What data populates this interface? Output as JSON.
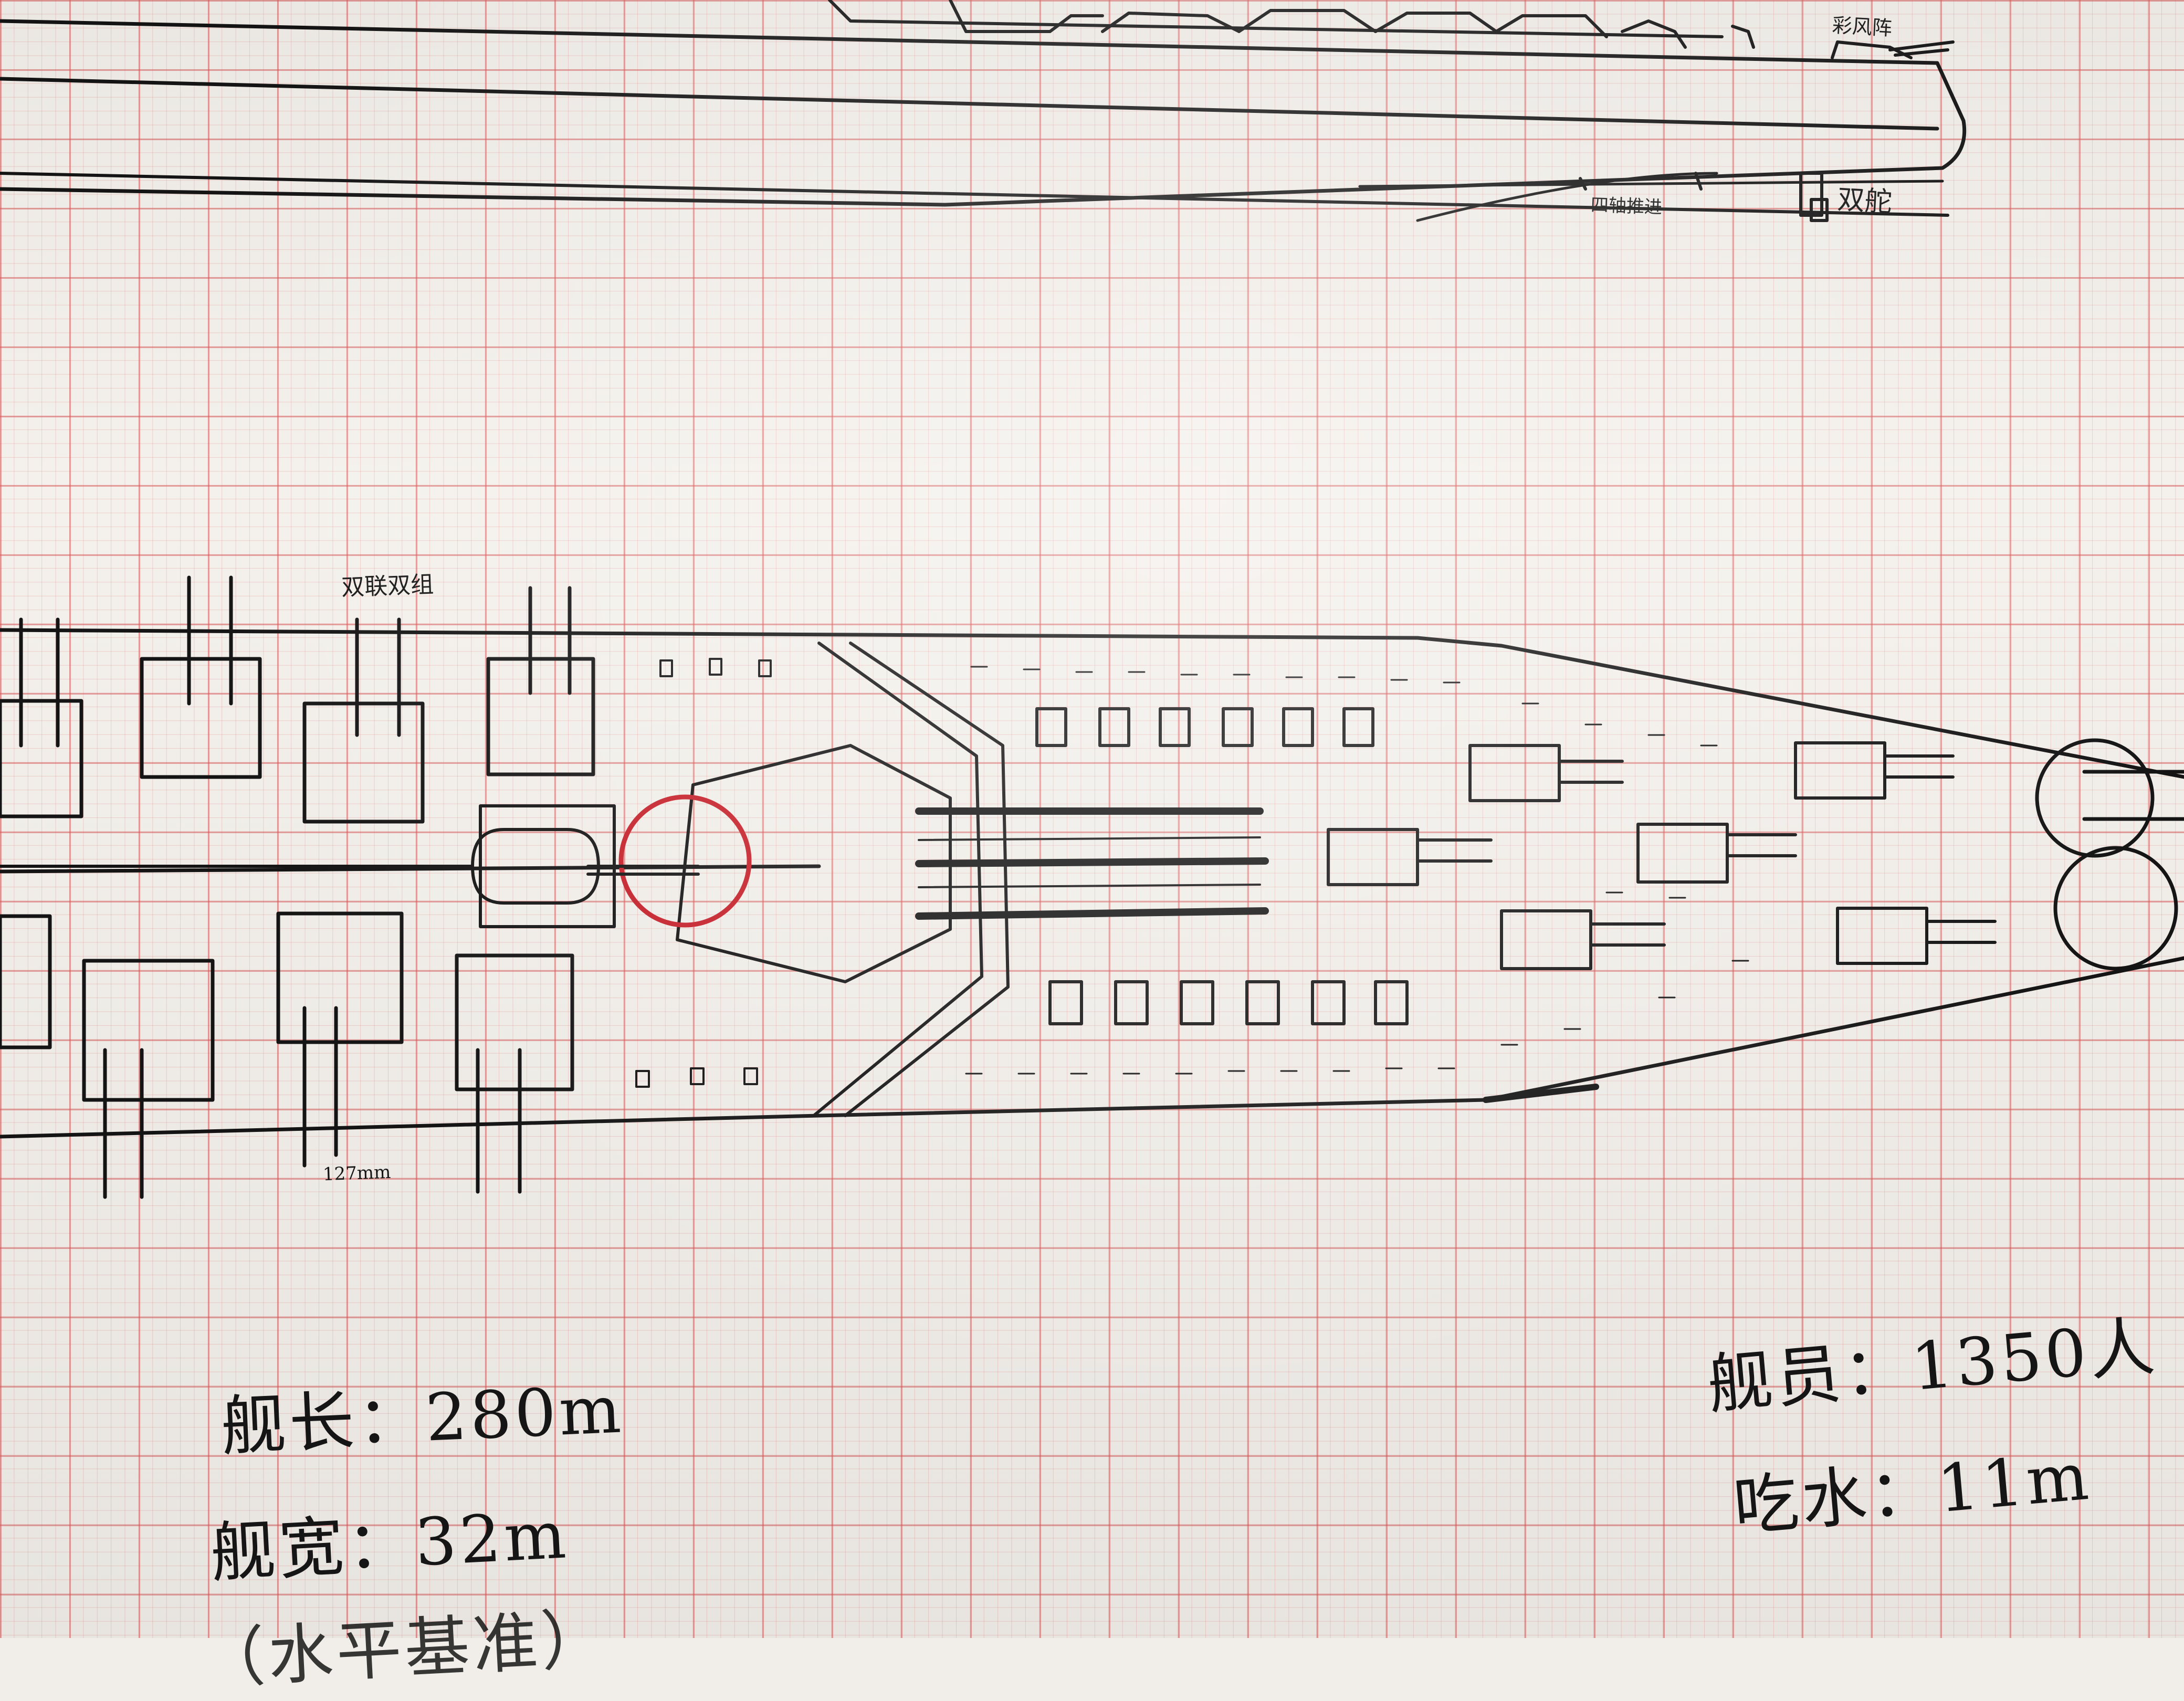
{
  "annotations": {
    "top_right": "彩风阵",
    "propulsion": "四轴推进",
    "rudder": "双舵",
    "twin_mount": "双联双组",
    "gun_caliber": "127mm"
  },
  "specs": {
    "length": "舰长：280m",
    "beam": "舰宽：32m",
    "partial": "（水平基准）",
    "crew": "舰员：1350人",
    "draft": "吃水：11m"
  },
  "colors": {
    "grid": "#d65c5c",
    "ink": "#141414",
    "marker": "#c8202a",
    "paper": "#f4f1ec"
  }
}
